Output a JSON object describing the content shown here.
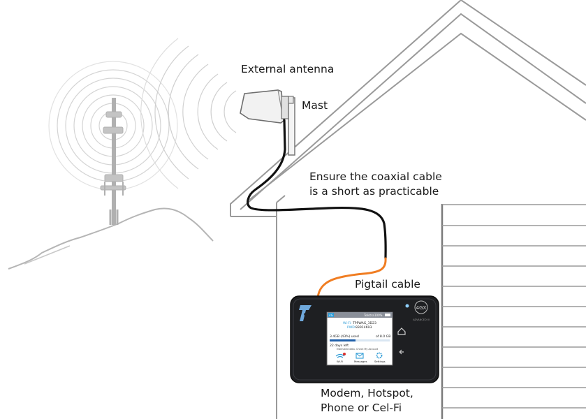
{
  "labels": {
    "external_antenna": "External antenna",
    "mast": "Mast",
    "coax_line1": "Ensure the coaxial cable",
    "coax_line2": "is a short as practicable",
    "pigtail": "Pigtail cable",
    "modem_line1": "Modem, Hotspot,",
    "modem_line2": "Phone or Cel-Fi"
  },
  "device": {
    "carrier": "Telstra",
    "battery": "100%",
    "network_badge": "4G",
    "wifi_label": "Wi-Fi:",
    "wifi_name": "TPPWAG_3D23",
    "pwd_label": "PWD:",
    "pwd_value": "83914693",
    "usage": "3.4GB (43%) used",
    "limit": "of 8.0 GB",
    "usage_fraction": 0.43,
    "days_left": "22 days left",
    "estimate": "Estimated data. Check My Account",
    "nav_wifi": "Wi-Fi",
    "nav_messages": "Messages",
    "nav_settings": "Settings",
    "logo_badge": "4GX",
    "logo_sub": "ADVANCED III"
  },
  "colors": {
    "coax_cable": "#111111",
    "pigtail_cable": "#f07d22",
    "house_line": "#9a9a9a",
    "tower": "#b5b5b5",
    "device_body": "#1e1f22",
    "telstra_blue": "#1f6fb5"
  }
}
